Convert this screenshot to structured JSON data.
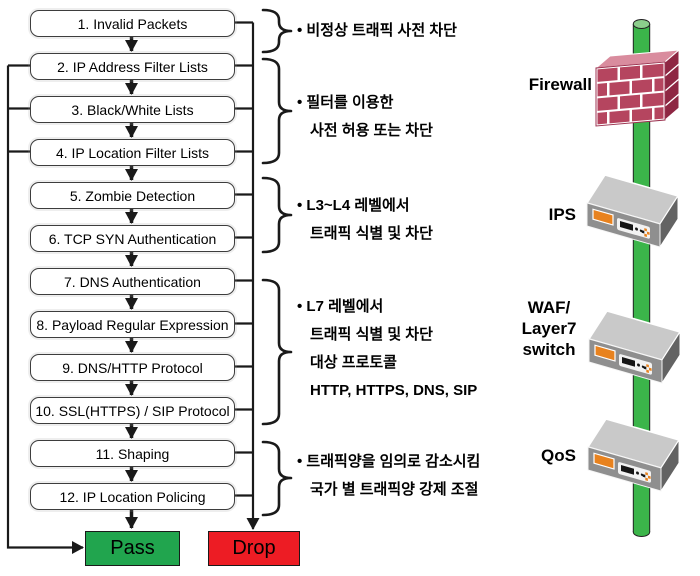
{
  "flow": {
    "steps": [
      {
        "label": "1. Invalid Packets"
      },
      {
        "label": "2. IP Address Filter Lists"
      },
      {
        "label": "3. Black/White Lists"
      },
      {
        "label": "4. IP Location Filter Lists"
      },
      {
        "label": "5. Zombie Detection"
      },
      {
        "label": "6. TCP SYN Authentication"
      },
      {
        "label": "7. DNS Authentication"
      },
      {
        "label": "8. Payload Regular Expression"
      },
      {
        "label": "9. DNS/HTTP Protocol"
      },
      {
        "label": "10. SSL(HTTPS) / SIP Protocol"
      },
      {
        "label": "11. Shaping"
      },
      {
        "label": "12. IP Location Policing"
      }
    ],
    "pass_label": "Pass",
    "drop_label": "Drop"
  },
  "annotations": [
    {
      "lines": [
        "• 비정상 트래픽 사전 차단"
      ]
    },
    {
      "lines": [
        "• 필터를 이용한",
        "사전 허용 또는 차단"
      ]
    },
    {
      "lines": [
        "• L3~L4 레벨에서",
        "트래픽 식별 및 차단"
      ]
    },
    {
      "lines": [
        "• L7 레벨에서",
        "트래픽 식별 및 차단",
        "대상 프로토콜",
        "HTTP, HTTPS, DNS, SIP"
      ]
    },
    {
      "lines": [
        "• 트래픽양을 임의로 감소시킴",
        "국가 별 트래픽양 강제 조절"
      ]
    }
  ],
  "devices": [
    {
      "label": "Firewall",
      "icon": "brick-wall-icon"
    },
    {
      "label": "IPS",
      "icon": "network-appliance-icon"
    },
    {
      "label": "WAF/\nLayer7\nswitch",
      "icon": "network-appliance-icon"
    },
    {
      "label": "QoS",
      "icon": "network-appliance-icon"
    }
  ],
  "colors": {
    "pass_green": "#21A54E",
    "drop_red": "#ED1C24",
    "pipe_green": "#3BB54A",
    "pipe_top_green": "#8CCE8C",
    "brick_red": "#B5455F",
    "brick_top": "#D98C9E",
    "brick_side": "#8E2743",
    "device_gray": "#8F8F8F",
    "device_orange": "#E8821E",
    "line_black": "#1A1A1A"
  }
}
